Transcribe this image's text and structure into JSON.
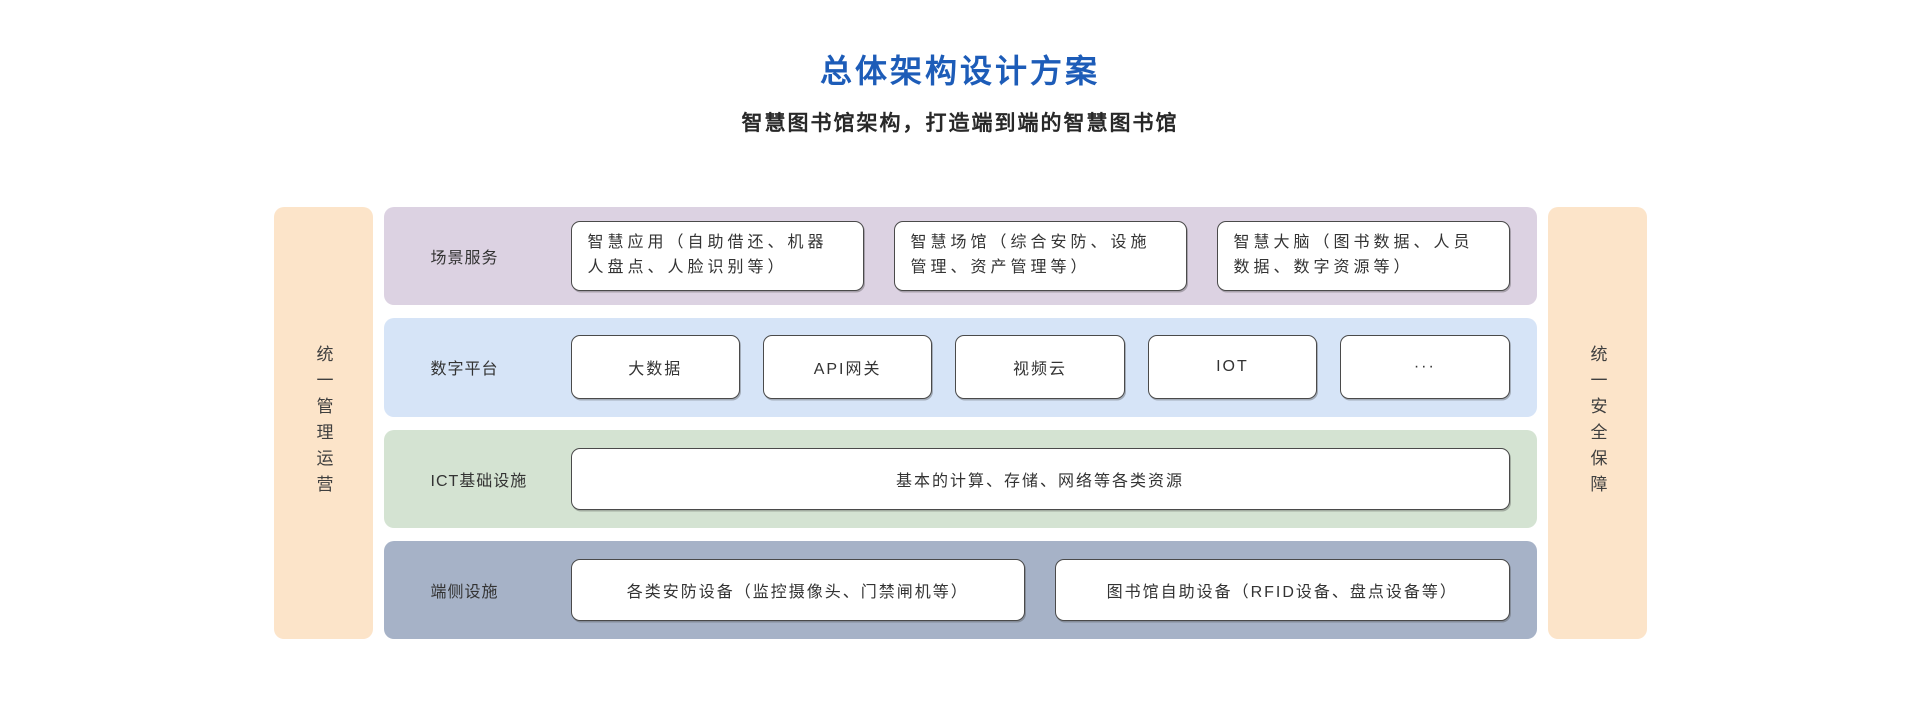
{
  "header": {
    "title": "总体架构设计方案",
    "subtitle": "智慧图书馆架构，打造端到端的智慧图书馆"
  },
  "pillars": {
    "left": {
      "label": "统一管理运营",
      "bg": "#FCE4C9"
    },
    "right": {
      "label": "统一安全保障",
      "bg": "#FCE4C9"
    }
  },
  "layers": [
    {
      "label": "场景服务",
      "bg": "#DCD2E2",
      "boxes": [
        "智慧应用（自助借还、机器人盘点、人脸识别等）",
        "智慧场馆（综合安防、设施管理、资产管理等）",
        "智慧大脑（图书数据、人员数据、数字资源等）"
      ]
    },
    {
      "label": "数字平台",
      "bg": "#D6E4F7",
      "boxes": [
        "大数据",
        "API网关",
        "视频云",
        "IOT",
        "···"
      ]
    },
    {
      "label": "ICT基础设施",
      "bg": "#D4E3D2",
      "boxes": [
        "基本的计算、存储、网络等各类资源"
      ]
    },
    {
      "label": "端侧设施",
      "bg": "#A6B2C7",
      "boxes": [
        "各类安防设备（监控摄像头、门禁闸机等）",
        "图书馆自助设备（RFID设备、盘点设备等）"
      ]
    }
  ],
  "colors": {
    "title_blue": "#1D5CB8",
    "pillar_orange": "#FCE4C9",
    "layer_purple": "#DCD2E2",
    "layer_blue": "#D6E4F7",
    "layer_green": "#D4E3D2",
    "layer_gray": "#A6B2C7",
    "box_border": "#4A4A4A",
    "text_dark": "#333333"
  }
}
